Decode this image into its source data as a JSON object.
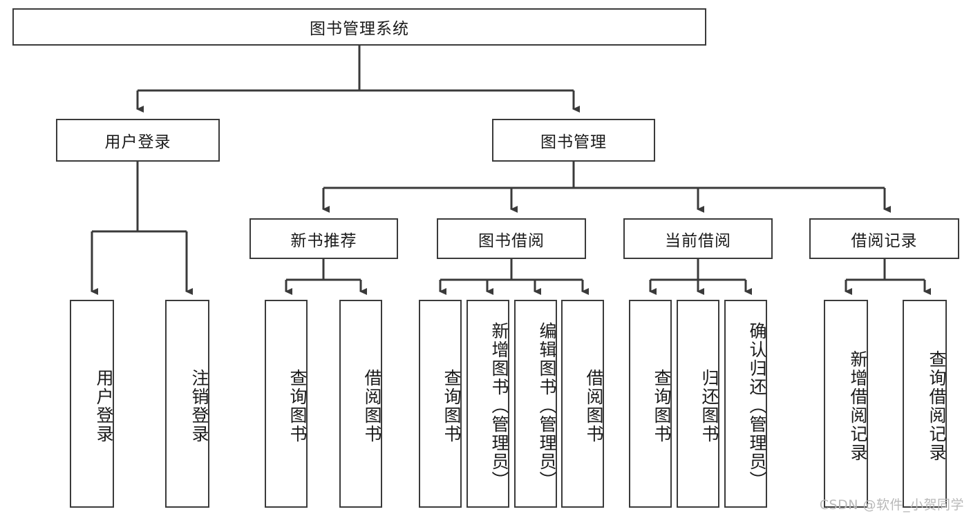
{
  "diagram": {
    "type": "tree-hierarchy-flowchart",
    "title": "图书管理系统",
    "levels": {
      "root": {
        "label": "图书管理系统",
        "name": "root-node"
      },
      "level2": [
        {
          "label": "用户登录",
          "name": "node-user-login"
        },
        {
          "label": "图书管理",
          "name": "node-book-management"
        }
      ],
      "level3": [
        {
          "label": "新书推荐",
          "name": "node-new-book-recommend"
        },
        {
          "label": "图书借阅",
          "name": "node-book-borrow"
        },
        {
          "label": "当前借阅",
          "name": "node-current-borrow"
        },
        {
          "label": "借阅记录",
          "name": "node-borrow-record"
        }
      ],
      "leaves": {
        "user_login": [
          {
            "label": "用户登录",
            "name": "leaf-user-login"
          },
          {
            "label": "注销登录",
            "name": "leaf-logout"
          }
        ],
        "new_book_recommend": [
          {
            "label": "查询图书",
            "name": "leaf-query-book-1"
          },
          {
            "label": "借阅图书",
            "name": "leaf-borrow-book-1"
          }
        ],
        "book_borrow": [
          {
            "label": "查询图书",
            "name": "leaf-query-book-2"
          },
          {
            "label": "新增图书（管理员）",
            "name": "leaf-add-book-admin"
          },
          {
            "label": "编辑图书（管理员）",
            "name": "leaf-edit-book-admin"
          },
          {
            "label": "借阅图书",
            "name": "leaf-borrow-book-2"
          }
        ],
        "current_borrow": [
          {
            "label": "查询图书",
            "name": "leaf-query-book-3"
          },
          {
            "label": "归还图书",
            "name": "leaf-return-book"
          },
          {
            "label": "确认归还（管理员）",
            "name": "leaf-confirm-return-admin"
          }
        ],
        "borrow_record": [
          {
            "label": "新增借阅记录",
            "name": "leaf-add-borrow-record"
          },
          {
            "label": "查询借阅记录",
            "name": "leaf-query-borrow-record"
          }
        ]
      }
    },
    "watermark": "CSDN @软件_小贺同学",
    "colors": {
      "stroke": "#3a3a3a",
      "fill": "#ffffff",
      "text": "#1a1a1a",
      "watermark": "#b9b9b9"
    }
  }
}
